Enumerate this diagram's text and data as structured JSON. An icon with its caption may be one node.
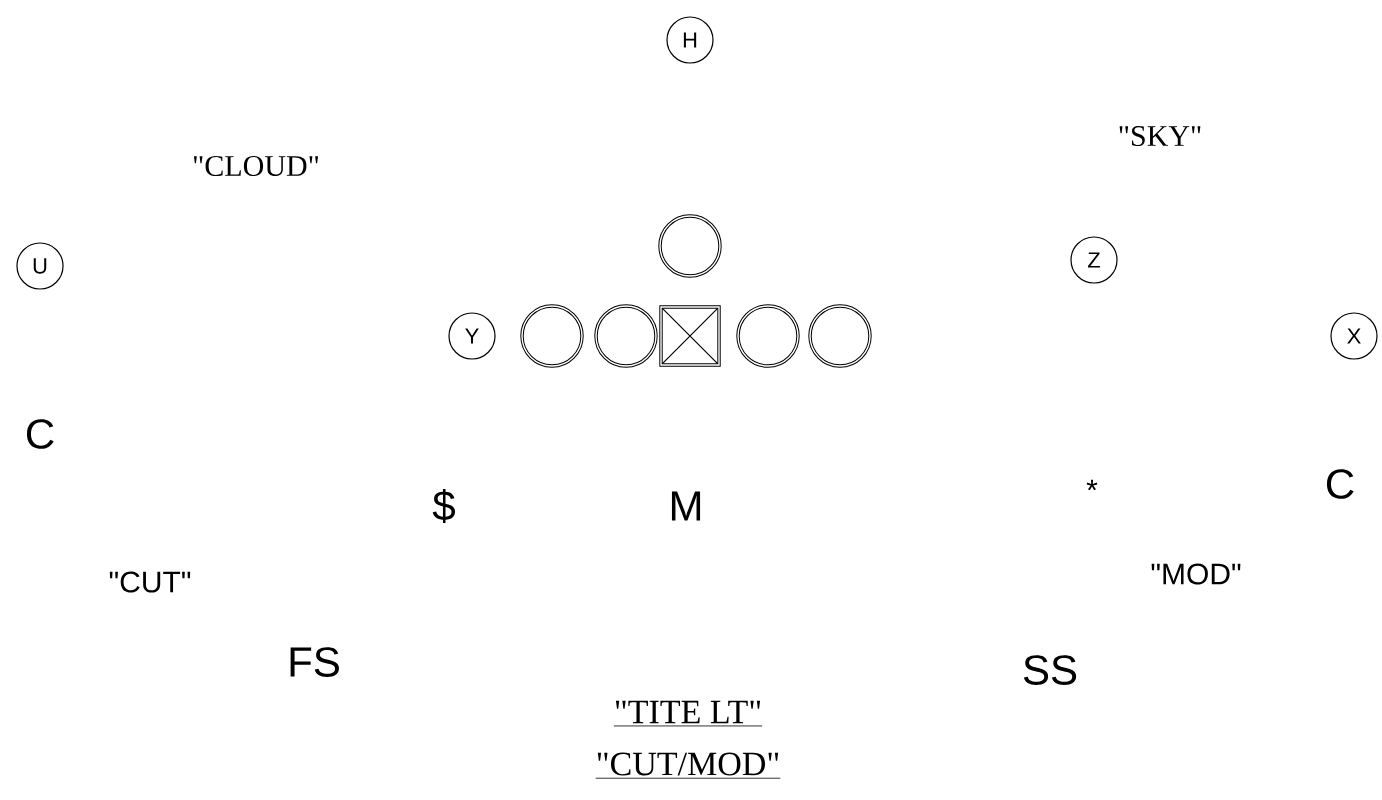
{
  "diagram": {
    "nodes": [
      {
        "text": [
          "H"
        ]
      },
      {
        "text": [
          "U"
        ]
      },
      {
        "text": [],
        "shape": "circle"
      },
      {
        "text": [
          "Z"
        ]
      },
      {
        "text": [
          "Y"
        ]
      },
      {
        "text": [],
        "shape": "circle"
      },
      {
        "text": [],
        "shape": "circle"
      },
      {
        "text": [],
        "shape": "box"
      },
      {
        "text": [],
        "shape": "circle"
      },
      {
        "text": [],
        "shape": "circle"
      },
      {
        "text": [
          "X"
        ]
      }
    ],
    "labels": [
      "\"CLOUD\"",
      "\"SKY\"",
      "C",
      "$",
      "M",
      "*",
      "C",
      "\"CUT\"",
      "\"MOD\"",
      "FS",
      "SS",
      "\"TITE LT\"",
      "\"CUT/MOD\""
    ]
  }
}
